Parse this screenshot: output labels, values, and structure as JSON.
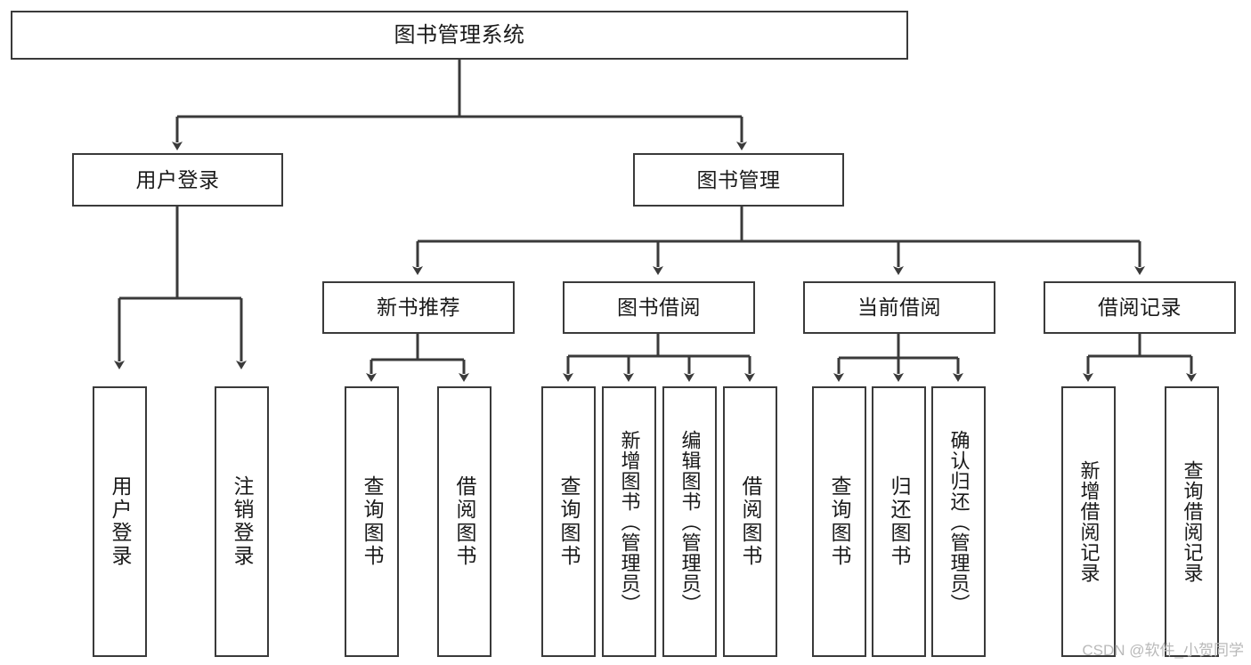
{
  "diagram": {
    "title": "图书管理系统",
    "type": "tree",
    "root": {
      "label": "图书管理系统"
    },
    "level2": [
      {
        "label": "用户登录"
      },
      {
        "label": "图书管理"
      }
    ],
    "level3": [
      {
        "label": "新书推荐"
      },
      {
        "label": "图书借阅"
      },
      {
        "label": "当前借阅"
      },
      {
        "label": "借阅记录"
      }
    ],
    "leaves_user_login": [
      {
        "label": "用户登录"
      },
      {
        "label": "注销登录"
      }
    ],
    "leaves_new_book": [
      {
        "label": "查询图书"
      },
      {
        "label": "借阅图书"
      }
    ],
    "leaves_borrow": [
      {
        "label": "查询图书"
      },
      {
        "label": "新增图书（管理员）"
      },
      {
        "label": "编辑图书（管理员）"
      },
      {
        "label": "借阅图书"
      }
    ],
    "leaves_current": [
      {
        "label": "查询图书"
      },
      {
        "label": "归还图书"
      },
      {
        "label": "确认归还（管理员）"
      }
    ],
    "leaves_record": [
      {
        "label": "新增借阅记录"
      },
      {
        "label": "查询借阅记录"
      }
    ]
  },
  "watermark": {
    "text": "CSDN @软件_小贺同学"
  },
  "colors": {
    "stroke": "#3a3a3a",
    "background": "#ffffff",
    "text": "#1a1a1a",
    "watermark": "#b9b9b9"
  }
}
